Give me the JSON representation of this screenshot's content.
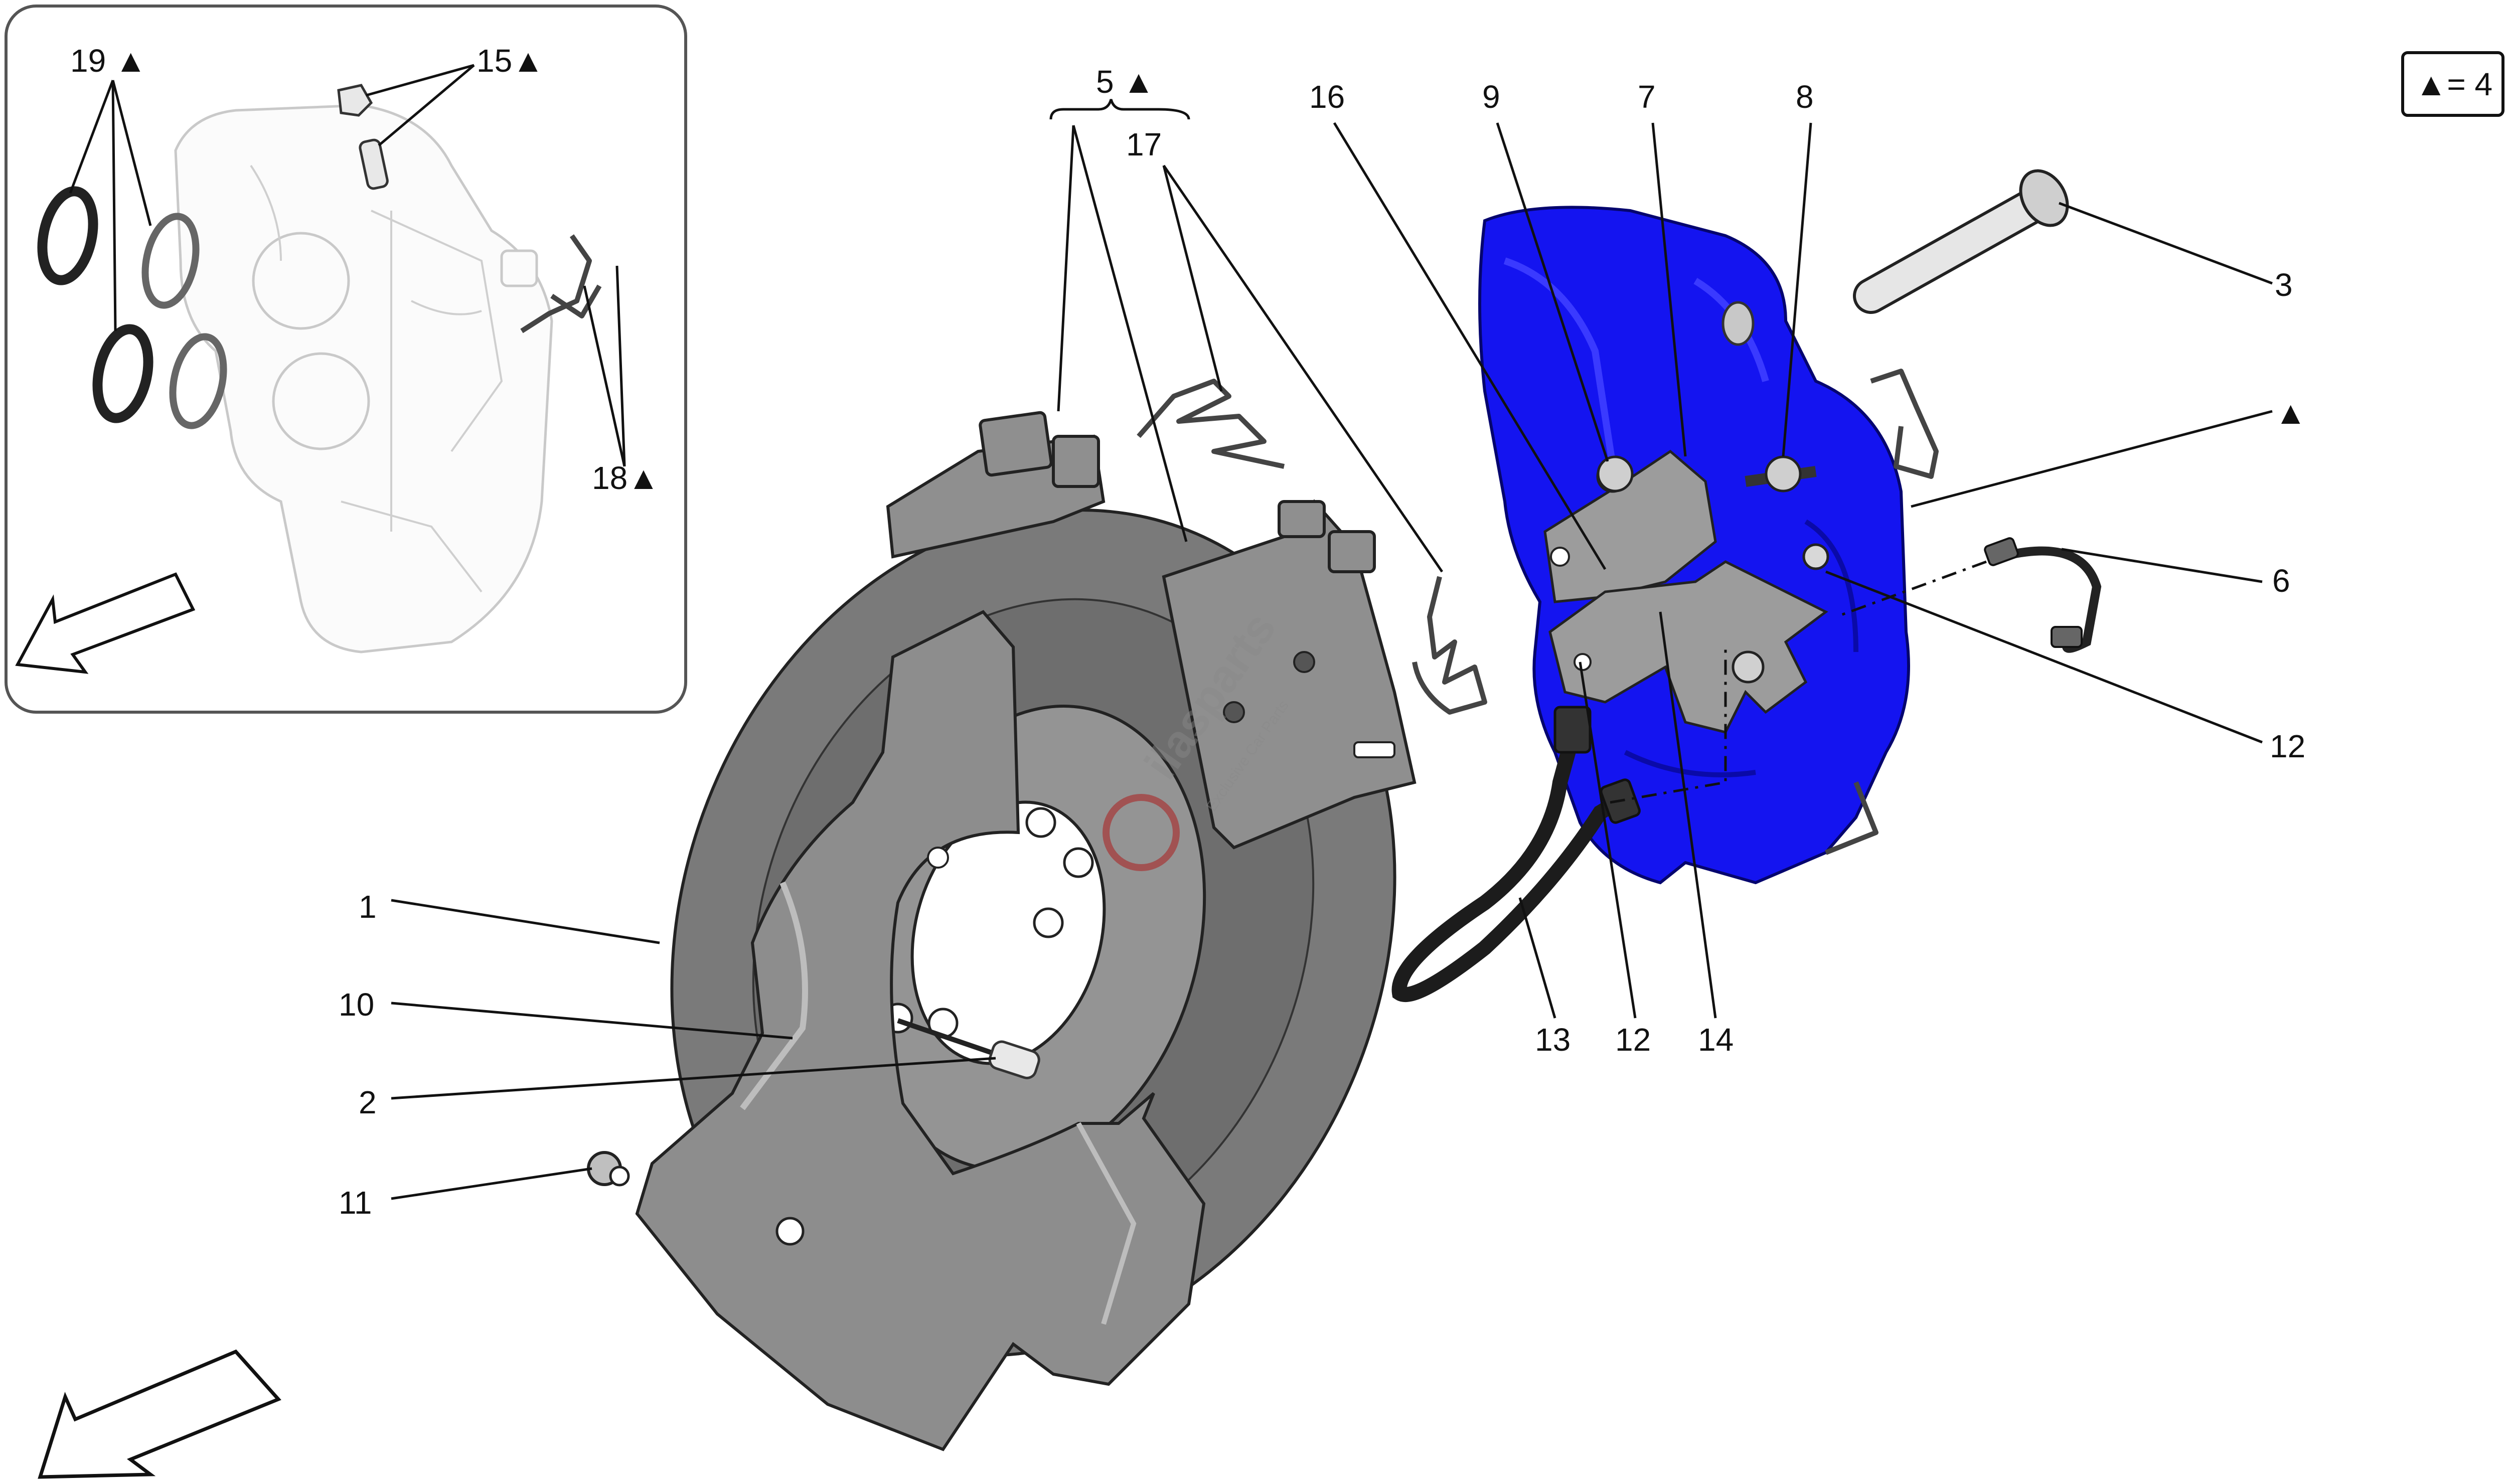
{
  "legend": {
    "symbol": "▲",
    "text": "▲= 4"
  },
  "inset_labels": [
    {
      "id": "19",
      "text": "19 ▲"
    },
    {
      "id": "15",
      "text": "15▲"
    },
    {
      "id": "18",
      "text": "18▲"
    }
  ],
  "labels": [
    {
      "id": "5",
      "text": "5 ▲"
    },
    {
      "id": "17",
      "text": "17"
    },
    {
      "id": "16",
      "text": "16"
    },
    {
      "id": "9",
      "text": "9"
    },
    {
      "id": "7",
      "text": "7"
    },
    {
      "id": "8",
      "text": "8"
    },
    {
      "id": "3",
      "text": "3"
    },
    {
      "id": "tri",
      "text": "▲"
    },
    {
      "id": "6",
      "text": "6"
    },
    {
      "id": "12a",
      "text": "12"
    },
    {
      "id": "1",
      "text": "1"
    },
    {
      "id": "10",
      "text": "10"
    },
    {
      "id": "2",
      "text": "2"
    },
    {
      "id": "11",
      "text": "11"
    },
    {
      "id": "13",
      "text": "13"
    },
    {
      "id": "12b",
      "text": "12"
    },
    {
      "id": "14",
      "text": "14"
    }
  ],
  "watermark": {
    "brand": "ilasparts",
    "tagline": "Exclusive Car Parts"
  },
  "colors": {
    "caliper": "#1414f0",
    "disc": "#7a7a7a",
    "pads": "#8f8f8f",
    "line": "#111111"
  },
  "icons": [
    "direction-arrow-icon"
  ]
}
